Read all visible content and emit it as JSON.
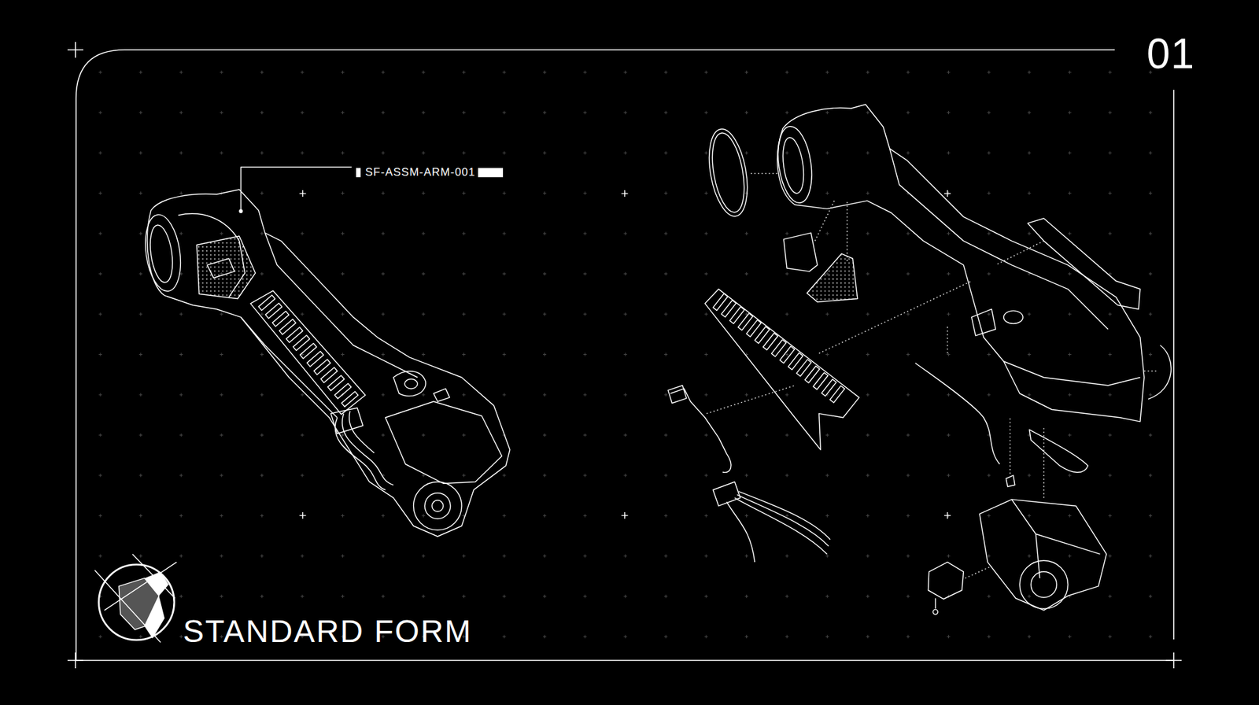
{
  "diagram": {
    "title": "STANDARD FORM",
    "labels": [
      "01",
      "SF-ASSM-ARM-001"
    ]
  }
}
